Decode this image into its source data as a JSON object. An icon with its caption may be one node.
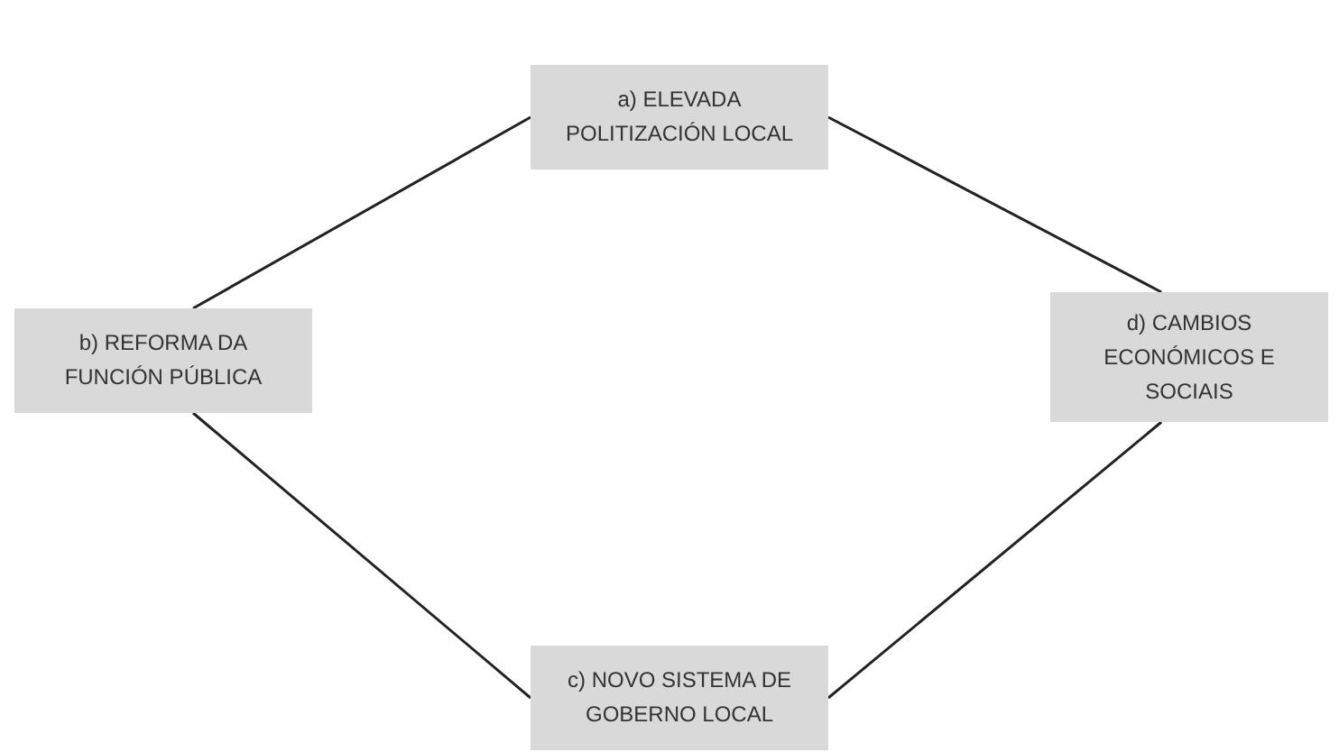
{
  "diagram": {
    "nodes": [
      {
        "text": [
          "a) ELEVADA POLITIZACIÓN LOCAL"
        ]
      },
      {
        "text": [
          "b) REFORMA DA FUNCIÓN PÚBLICA"
        ]
      },
      {
        "text": [
          "d) CAMBIOS ECONÓMICOS E SOCIAIS"
        ]
      },
      {
        "text": [
          "c) NOVO SISTEMA DE GOBERNO LOCAL"
        ]
      }
    ],
    "edges": [
      {
        "from": 0,
        "to": 1,
        "arrow": "none"
      },
      {
        "from": 0,
        "to": 2,
        "arrow": "none"
      },
      {
        "from": 1,
        "to": 3,
        "arrow": "none"
      },
      {
        "from": 2,
        "to": 3,
        "arrow": "none"
      }
    ]
  }
}
